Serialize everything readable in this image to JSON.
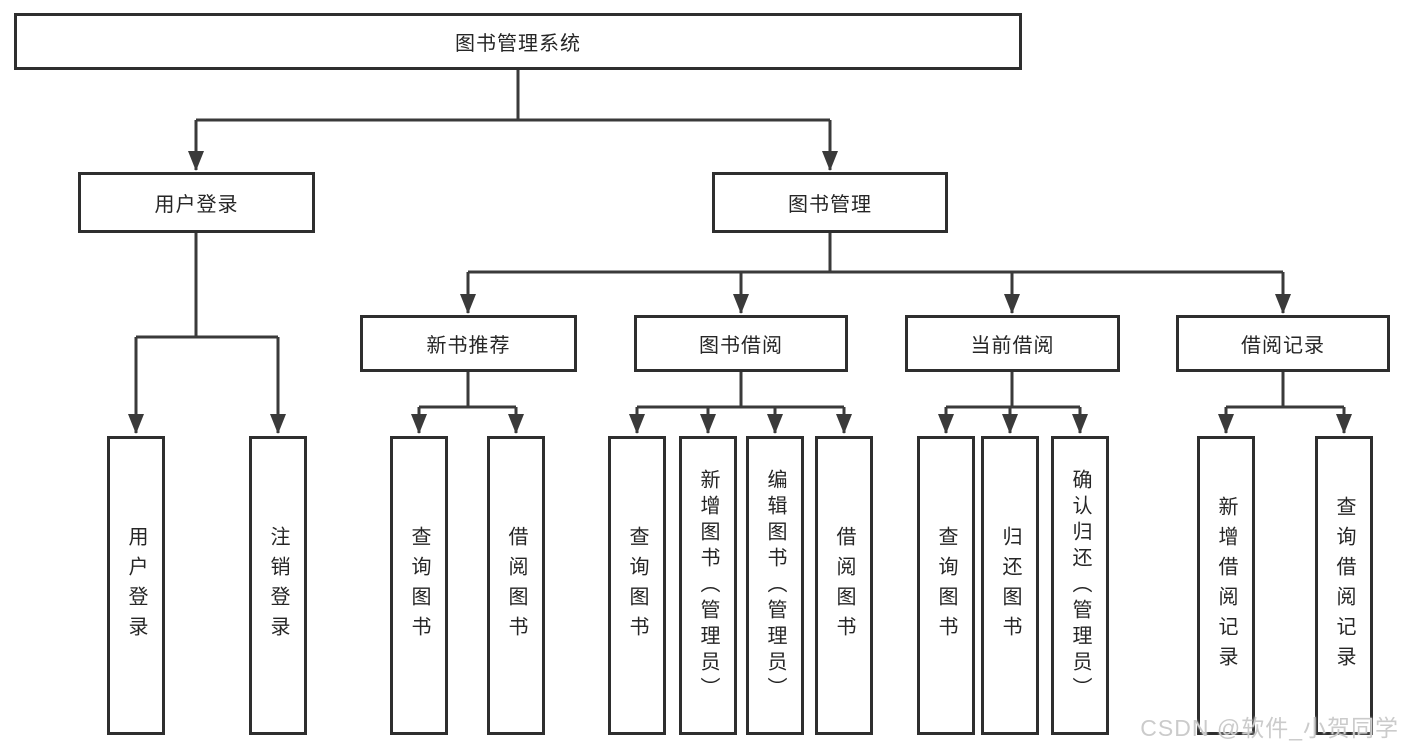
{
  "tree": {
    "label": "图书管理系统",
    "children": [
      {
        "label": "用户登录",
        "children": [
          {
            "label": "用户登录"
          },
          {
            "label": "注销登录"
          }
        ]
      },
      {
        "label": "图书管理",
        "children": [
          {
            "label": "新书推荐",
            "children": [
              {
                "label": "查询图书"
              },
              {
                "label": "借阅图书"
              }
            ]
          },
          {
            "label": "图书借阅",
            "children": [
              {
                "label": "查询图书"
              },
              {
                "label": "新增图书（管理员）"
              },
              {
                "label": "编辑图书（管理员）"
              },
              {
                "label": "借阅图书"
              }
            ]
          },
          {
            "label": "当前借阅",
            "children": [
              {
                "label": "查询图书"
              },
              {
                "label": "归还图书"
              },
              {
                "label": "确认归还（管理员）"
              }
            ]
          },
          {
            "label": "借阅记录",
            "children": [
              {
                "label": "新增借阅记录"
              },
              {
                "label": "查询借阅记录"
              }
            ]
          }
        ]
      }
    ]
  },
  "watermark": {
    "text": "CSDN @软件_小贺同学"
  },
  "colors": {
    "line": "#3a3a3a",
    "box_border": "#2e2e2e",
    "text": "#262626",
    "watermark": "#cbcbcb",
    "background": "#ffffff"
  }
}
